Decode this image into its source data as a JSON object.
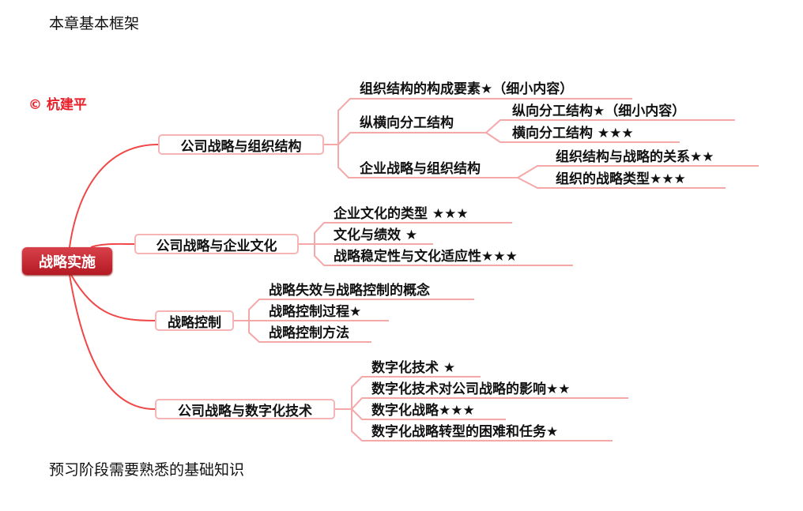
{
  "document": {
    "heading": "本章基本框架",
    "footer": "预习阶段需要熟悉的基础知识"
  },
  "mindmap": {
    "watermark": "© 杭建平",
    "root": "战略实施",
    "branches": [
      {
        "label": "公司战略与组织结构",
        "children": [
          {
            "label": "组织结构的构成要素★（细小内容）"
          },
          {
            "label": "纵横向分工结构",
            "children": [
              {
                "label": "纵向分工结构★（细小内容）"
              },
              {
                "label": "横向分工结构 ★★★"
              }
            ]
          },
          {
            "label": "企业战略与组织结构",
            "children": [
              {
                "label": "组织结构与战略的关系★★"
              },
              {
                "label": "组织的战略类型★★★"
              }
            ]
          }
        ]
      },
      {
        "label": "公司战略与企业文化",
        "children": [
          {
            "label": "企业文化的类型 ★★★"
          },
          {
            "label": "文化与绩效 ★"
          },
          {
            "label": "战略稳定性与文化适应性★★★"
          }
        ]
      },
      {
        "label": "战略控制",
        "children": [
          {
            "label": "战略失效与战略控制的概念"
          },
          {
            "label": "战略控制过程★"
          },
          {
            "label": "战略控制方法"
          }
        ]
      },
      {
        "label": "公司战略与数字化技术",
        "children": [
          {
            "label": "数字化技术 ★"
          },
          {
            "label": "数字化技术对公司战略的影响★★"
          },
          {
            "label": "数字化战略★★★"
          },
          {
            "label": "数字化战略转型的困难和任务★"
          }
        ]
      }
    ]
  }
}
